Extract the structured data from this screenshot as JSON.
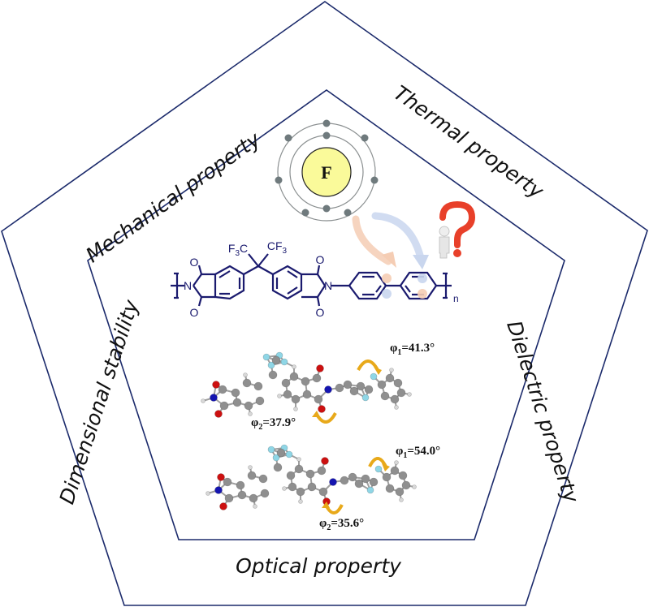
{
  "colors": {
    "pentagon_stroke": "#1b2a6b",
    "structure": "#1a1a6e",
    "atom_nucleus": "#fafa9a",
    "electron": "#6f7a7d",
    "orbit": "#8a8f90",
    "arrow_orange": "#f5cdb4",
    "arrow_blue": "#c9d6ee",
    "question_mark": "#e8402a",
    "carbon": "#8f8f8f",
    "oxygen": "#cc1010",
    "nitrogen": "#1515b0",
    "fluorine": "#8fd6e6",
    "hydrogen": "#d8d8d8",
    "rotation_arrow": "#e8a91a"
  },
  "property_labels": {
    "top_left": "Mechanical property",
    "top_right": "Thermal property",
    "right": "Dielectric property",
    "bottom": "Optical property",
    "left": "Dimensional stability"
  },
  "atom": {
    "symbol": "F",
    "inner_shell_electrons": 2,
    "outer_shell_electrons": 7
  },
  "structure": {
    "cf3_left": "F",
    "cf3_left_sub": "3",
    "cf3_left_c": "C",
    "cf3_right": "CF",
    "cf3_right_sub": "3",
    "n_left": "N",
    "n_right": "N",
    "o": "O",
    "repeat": "n"
  },
  "conformers": [
    {
      "phi1_label": "φ",
      "phi1_sub": "1",
      "phi1_value": "=41.3°",
      "phi2_label": "φ",
      "phi2_sub": "2",
      "phi2_value": "=37.9°"
    },
    {
      "phi1_label": "φ",
      "phi1_sub": "1",
      "phi1_value": "=54.0°",
      "phi2_label": "φ",
      "phi2_sub": "2",
      "phi2_value": "=35.6°"
    }
  ]
}
